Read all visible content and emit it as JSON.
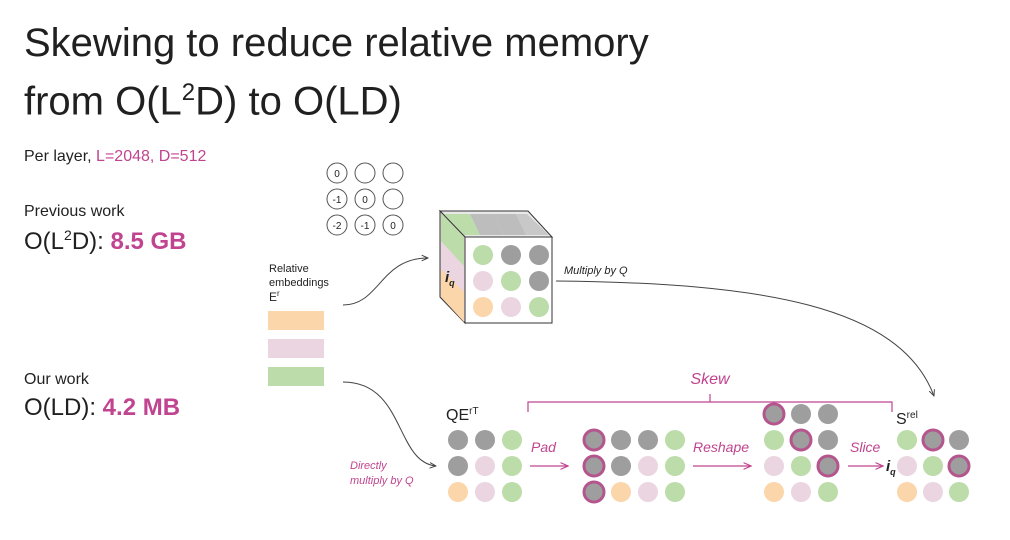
{
  "slide": {
    "title_line1": "Skewing to reduce relative memory",
    "title_line2_pre": "from O(L",
    "title_line2_sup": "2",
    "title_line2_post": "D) to O(LD)",
    "per_layer": "Per layer,",
    "per_layer_params": "L=2048, D=512",
    "previous_work": "Previous work",
    "prev_formula_pre": "O(L",
    "prev_formula_sup": "2",
    "prev_formula_post": "D): ",
    "prev_value": "8.5 GB",
    "our_work": "Our work",
    "our_formula": "O(LD): ",
    "our_value": "4.2 MB"
  },
  "diagram": {
    "relative_embeddings": [
      "Relative",
      "embeddings"
    ],
    "er_label": "E",
    "er_sup": "r",
    "matrix_values": [
      "0",
      "-1",
      "0",
      "-2",
      "-1",
      "0"
    ],
    "iq_label": "i",
    "iq_sub": "q",
    "multiply_by_q": "Multiply by Q",
    "directly_multiply": [
      "Directly",
      "multiply by Q"
    ],
    "qer_label": "QE",
    "qer_sup": "rT",
    "pad_label": "Pad",
    "reshape_label": "Reshape",
    "slice_label": "Slice",
    "skew_label": "Skew",
    "srel_label": "S",
    "srel_sup": "rel"
  },
  "colors": {
    "pink": "#c0448f",
    "gray": "#9e9e9e",
    "light_pink": "#ead5e0",
    "green": "#bcdcaa",
    "peach": "#fcd6ab",
    "outline_pink": "#b4568d"
  }
}
